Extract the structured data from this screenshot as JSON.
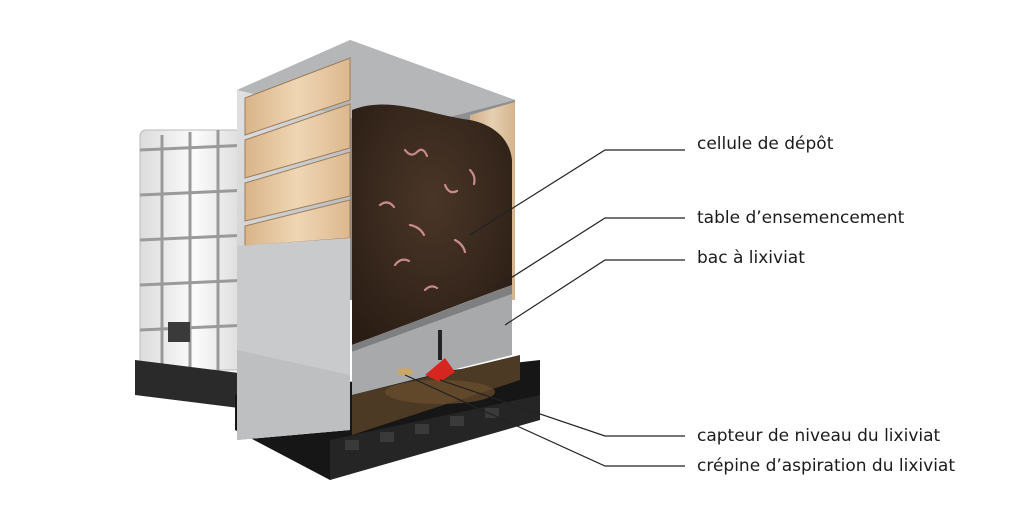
{
  "labels": [
    "cellule de dépôt",
    "table d’ensemencement",
    "bac à lixiviat",
    "capteur de niveau du lixiviat",
    "crépine d’aspiration du lixiviat"
  ],
  "colors": {
    "soil": "#3a2a1f",
    "wood": "#e7c9a4",
    "metal": "#cfd1d3",
    "tank": "#f2f2f2",
    "pallet": "#1c1c1c",
    "sensor": "#d6261f",
    "leader_line": "#222222"
  }
}
